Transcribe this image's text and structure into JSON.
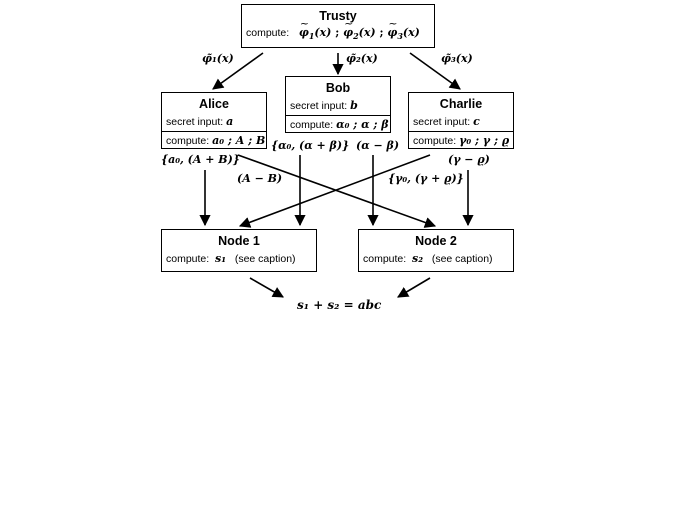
{
  "trusty": {
    "title": "Trusty",
    "compute_label": "compute:",
    "compute_parts": [
      "φ",
      "1",
      "(x)",
      " ; ",
      "φ",
      "2",
      "(x)",
      " ; ",
      "φ",
      "3",
      "(x)"
    ]
  },
  "alice": {
    "title": "Alice",
    "secret_label": "secret input:",
    "secret_value": "a",
    "compute_label": "compute:",
    "compute_value": "a₀ ; A ; B"
  },
  "bob": {
    "title": "Bob",
    "secret_label": "secret input:",
    "secret_value": "b",
    "compute_label": "compute:",
    "compute_value": "α₀ ; α ; β"
  },
  "charlie": {
    "title": "Charlie",
    "secret_label": "secret input:",
    "secret_value": "c",
    "compute_label": "compute:",
    "compute_value": "γ₀ ; γ ; ϱ"
  },
  "node1": {
    "title": "Node 1",
    "compute_label": "compute:",
    "compute_value": "s₁",
    "note": "(see caption)"
  },
  "node2": {
    "title": "Node 2",
    "compute_label": "compute:",
    "compute_value": "s₂",
    "note": "(see caption)"
  },
  "edges": {
    "phi1": "φ̃₁(x)",
    "phi2": "φ̃₂(x)",
    "phi3": "φ̃₃(x)",
    "alice_to_node1": "{a₀, (A + B)}",
    "alice_to_node2": "(A − B)",
    "bob_to_node1": "{α₀, (α + β)}",
    "bob_to_node2": "(α − β)",
    "charlie_to_node1": "(γ − ϱ)",
    "charlie_to_node2": "{γ₀, (γ + ϱ)}"
  },
  "result": "s₁ + s₂ = abc"
}
